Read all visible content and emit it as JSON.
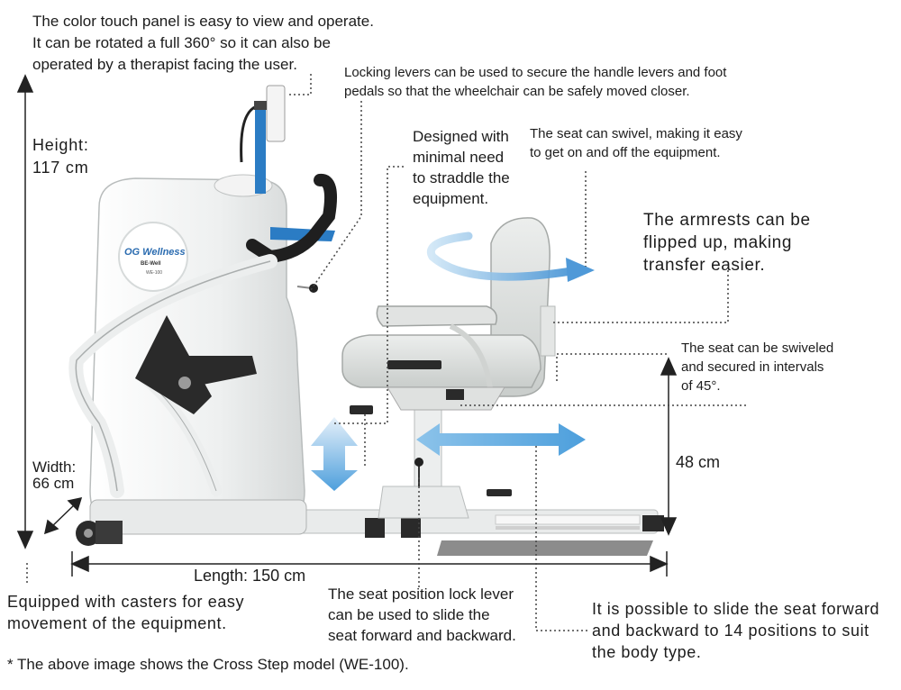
{
  "annotations": {
    "touch_panel": "The color touch panel is easy to view and operate.\nIt can be rotated a full 360° so it can also be\noperated by a therapist facing the user.",
    "locking_levers": "Locking levers can be used to secure the handle levers and foot\npedals so that the wheelchair can be safely moved closer.",
    "straddle": "Designed with\nminimal need\nto straddle the\nequipment.",
    "seat_swivel": "The seat can swivel, making it easy\nto get on and off the equipment.",
    "armrests": "The armrests can be\nflipped up, making\ntransfer easier.",
    "seat_intervals": "The seat can be swiveled\nand secured in intervals\nof 45°.",
    "casters": "Equipped with casters for easy\nmovement of the equipment.",
    "lock_lever": "The seat position lock lever\ncan be used to slide the\nseat forward and backward.",
    "slide_positions": "It is possible to slide the seat forward\nand backward to 14 positions to suit\nthe body type."
  },
  "dimensions": {
    "height": "Height:\n117 cm",
    "width": "Width:\n66 cm",
    "length": "Length: 150 cm",
    "seat_height": "48 cm"
  },
  "footnote": "* The above image shows the Cross Step model (WE-100).",
  "branding": {
    "brand": "OG Wellness",
    "model_name": "BE-Well",
    "model_code": "WE-100"
  },
  "colors": {
    "arrow_blue": "#5aa8e0",
    "machine_white": "#f1f2f2",
    "seat_gray": "#dcdfdd",
    "frame_dark": "#1f1f1f"
  }
}
